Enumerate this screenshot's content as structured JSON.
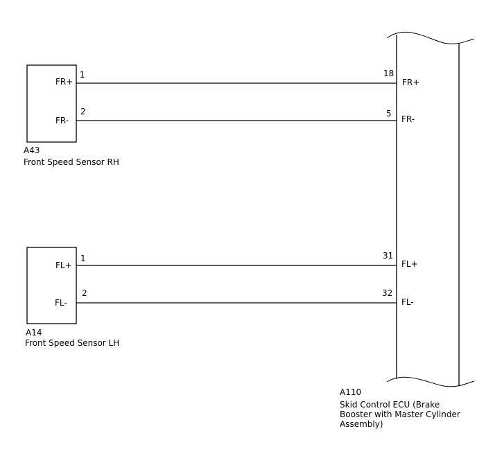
{
  "components": {
    "a43": {
      "code": "A43",
      "name": "Front Speed Sensor RH",
      "pins": [
        {
          "num": "1",
          "label": "FR+"
        },
        {
          "num": "2",
          "label": "FR-"
        }
      ]
    },
    "a14": {
      "code": "A14",
      "name": "Front Speed Sensor LH",
      "pins": [
        {
          "num": "1",
          "label": "FL+"
        },
        {
          "num": "2",
          "label": "FL-"
        }
      ]
    },
    "a110": {
      "code": "A110",
      "name_lines": [
        "Skid Control ECU (Brake",
        "Booster with Master Cylinder",
        "Assembly)"
      ],
      "pins": [
        {
          "num": "18",
          "label": "FR+"
        },
        {
          "num": "5",
          "label": "FR-"
        },
        {
          "num": "31",
          "label": "FL+"
        },
        {
          "num": "32",
          "label": "FL-"
        }
      ]
    }
  },
  "wires": [
    {
      "from": "A43-1 FR+",
      "to": "A110-18 FR+"
    },
    {
      "from": "A43-2 FR-",
      "to": "A110-5 FR-"
    },
    {
      "from": "A14-1 FL+",
      "to": "A110-31 FL+"
    },
    {
      "from": "A14-2 FL-",
      "to": "A110-32 FL-"
    }
  ]
}
